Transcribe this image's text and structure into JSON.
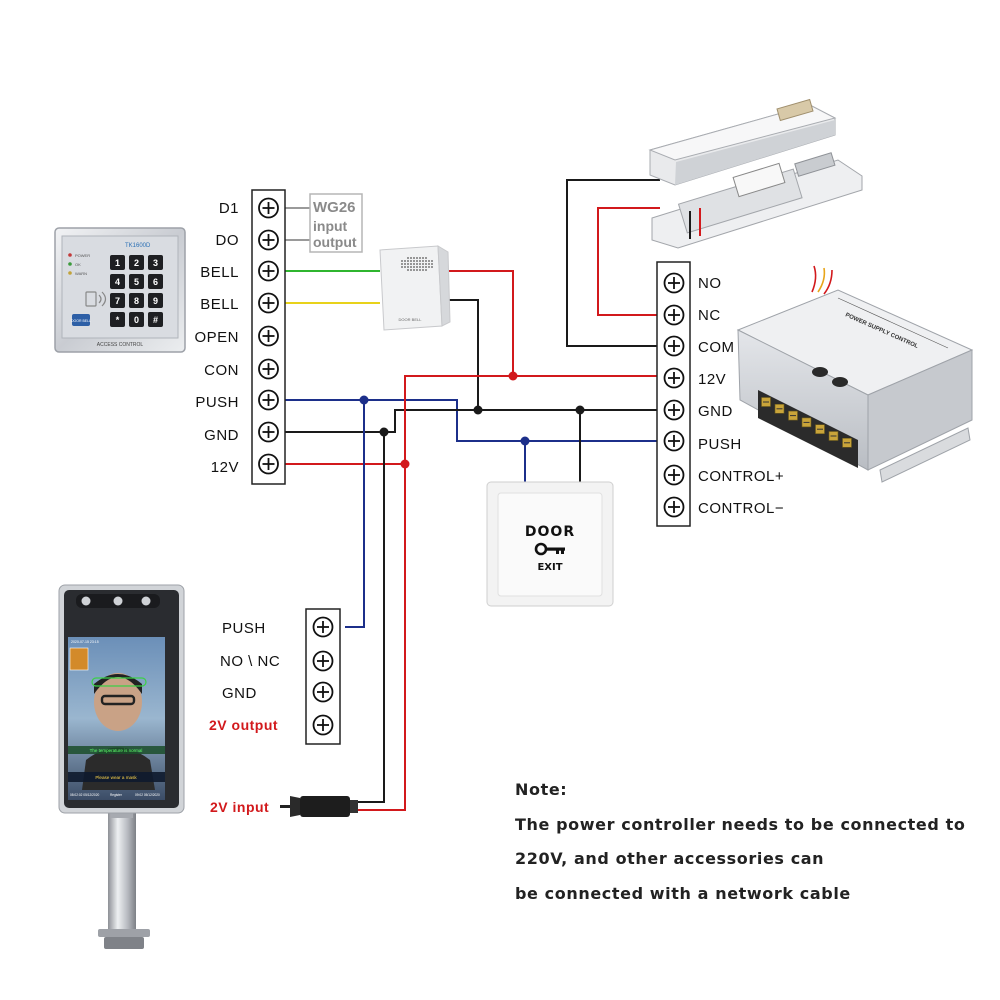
{
  "left_terminal": {
    "labels": [
      "D1",
      "DO",
      "BELL",
      "BELL",
      "OPEN",
      "CON",
      "PUSH",
      "GND",
      "12V"
    ]
  },
  "wg26": {
    "title": "WG26",
    "line1": "input",
    "line2": "output"
  },
  "keypad": {
    "brand": "TK1600D",
    "footer": "ACCESS CONTROL",
    "keys": [
      "1",
      "2",
      "3",
      "4",
      "5",
      "6",
      "7",
      "8",
      "9",
      "*",
      "0",
      "#"
    ],
    "leds": [
      "POWER",
      "OK",
      "WARN"
    ],
    "door_bell": "DOOR BELL"
  },
  "doorbell_device": {
    "label": "DOOR BELL"
  },
  "power_terminal": {
    "labels": [
      "NO",
      "NC",
      "COM",
      "12V",
      "GND",
      "PUSH",
      "CONTROL+",
      "CONTROL−"
    ]
  },
  "power_supply": {
    "label": "POWER SUPPLY CONTROL"
  },
  "exit_button": {
    "line1": "DOOR",
    "line2": "EXIT"
  },
  "face_terminal": {
    "labels": [
      "PUSH",
      "NO \\ NC",
      "GND"
    ],
    "output_label": "2V output",
    "input_label": "2V input"
  },
  "face_device": {
    "status": "The temperature is normal",
    "prompt": "Please wear a mask",
    "datetime": "2020-07-15 23:15",
    "footer_left": "08:02:02 05/12/2020",
    "footer_mid": "Register",
    "footer_right": "09:02 05/12/2020"
  },
  "note": {
    "title": "Note:",
    "line1": "The power controller needs to be connected to",
    "line2": "220V, and other accessories can",
    "line3": "be connected with a network cable"
  },
  "colors": {
    "wire_black": "#1a1a1a",
    "wire_red": "#d2191c",
    "wire_blue": "#1c2f8a",
    "wire_green": "#2fb52f",
    "wire_yellow": "#e8d21a",
    "wire_grey": "#9a9a9a"
  }
}
